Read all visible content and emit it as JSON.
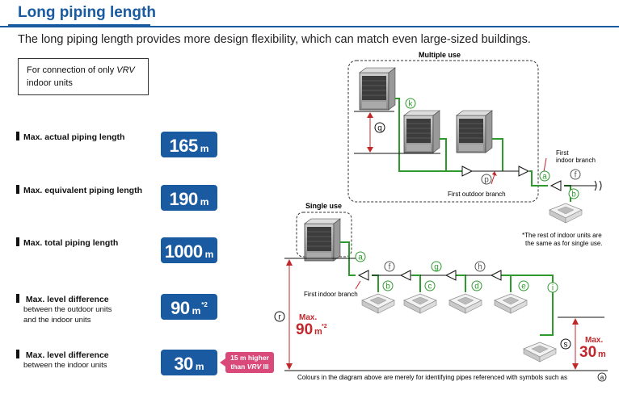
{
  "header": {
    "title": "Long piping length",
    "intro": "The long piping length provides more design flexibility, which can match even large-sized buildings."
  },
  "note_box": {
    "line1_prefix": "For connection of only ",
    "line1_italic": "VRV",
    "line2": "indoor units"
  },
  "specs": [
    {
      "label": "Max. actual piping  length",
      "value": "165",
      "unit": "m"
    },
    {
      "label": "Max. equivalent piping length",
      "value": "190",
      "unit": "m"
    },
    {
      "label": "Max. total piping length",
      "value": "1000",
      "unit": "m"
    },
    {
      "label": "Max. level difference",
      "sub1": "between the outdoor units",
      "sub2": "and the indoor units",
      "value": "90",
      "unit": "m",
      "sup": "*2"
    },
    {
      "label": "Max. level difference",
      "sub1": "between the indoor units",
      "value": "30",
      "unit": "m"
    }
  ],
  "pink_note": {
    "line1": "15 m higher",
    "line2_prefix": "than ",
    "line2_italic": "VRV",
    "line2_suffix": " III"
  },
  "diagram": {
    "multiple_use": "Multiple use",
    "single_use": "Single use",
    "first_outdoor_branch": "First outdoor branch",
    "first_indoor_branch_top": [
      "First",
      "indoor branch"
    ],
    "first_indoor_branch_bottom": "First indoor branch",
    "rest_note": [
      "*The rest of indoor units are",
      "the same as for single use."
    ],
    "max90": {
      "prefix": "Max.",
      "value": "90",
      "unit": "m",
      "sup": "*2"
    },
    "max30": {
      "prefix": "Max.",
      "value": "30",
      "unit": "m"
    },
    "footnote": "Colours in the diagram above are merely for identifying pipes referenced with symbols such as ",
    "footnote_symbol": "a",
    "letters": {
      "a": "a",
      "b": "b",
      "c": "c",
      "d": "d",
      "e": "e",
      "f": "f",
      "g": "g",
      "h": "h",
      "i": "i",
      "k": "k",
      "p": "p",
      "q": "q",
      "r": "r",
      "s": "s"
    }
  },
  "colors": {
    "accent": "#1a5aa0",
    "pipe_green": "#2e9a2e",
    "pink": "#d9497a",
    "dim_red": "#c0282b"
  }
}
